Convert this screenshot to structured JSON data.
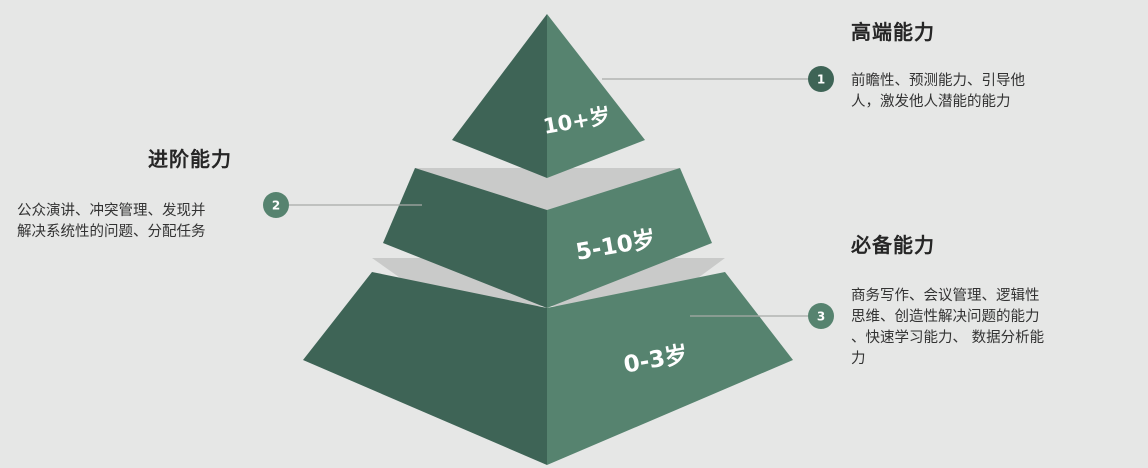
{
  "tiers": [
    {
      "badge": "1",
      "title": "高端能力",
      "desc_lines": [
        "前瞻性、预测能力、引导他",
        "人，激发他人潜能的能力"
      ],
      "age": "10+岁"
    },
    {
      "badge": "2",
      "title": "进阶能力",
      "desc_lines": [
        "公众演讲、冲突管理、发现并",
        "解决系统性的问题、分配任务"
      ],
      "age": "5-10岁"
    },
    {
      "badge": "3",
      "title": "必备能力",
      "desc_lines": [
        "商务写作、会议管理、逻辑性",
        "思维、创造性解决问题的能力",
        "、快速学习能力、 数据分析能",
        "力"
      ],
      "age": "0-3岁"
    }
  ],
  "colors": {
    "background": "#e6e7e6",
    "face_dark": "#3e6456",
    "face_light": "#56836f",
    "band": "#c9cac9",
    "band_edge": "#b9bab9",
    "connector": "#a8aaa8"
  }
}
